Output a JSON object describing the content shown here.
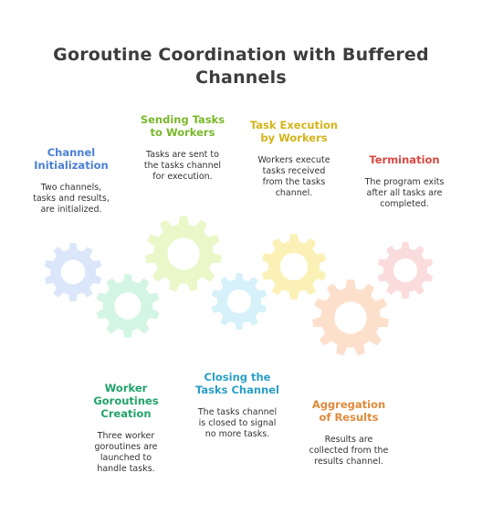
{
  "title_line1": "Goroutine Coordination with Buffered",
  "title_line2": "Channels",
  "steps": [
    {
      "h1": "Channel",
      "h2": "Initialization",
      "h3": "",
      "d1": "Two channels,",
      "d2": "tasks and results,",
      "d3": "are initialized.",
      "d4": "",
      "color": "#4a7fd4"
    },
    {
      "h1": "Worker",
      "h2": "Goroutines",
      "h3": "Creation",
      "d1": "Three worker",
      "d2": "goroutines are",
      "d3": "launched to",
      "d4": "handle tasks.",
      "color": "#22a36a"
    },
    {
      "h1": "Sending Tasks",
      "h2": "to Workers",
      "h3": "",
      "d1": "Tasks are sent to",
      "d2": "the tasks channel",
      "d3": "for execution.",
      "d4": "",
      "color": "#79b82a"
    },
    {
      "h1": "Closing the",
      "h2": "Tasks Channel",
      "h3": "",
      "d1": "The tasks channel",
      "d2": "is closed to signal",
      "d3": "no more tasks.",
      "d4": "",
      "color": "#2a9fc6"
    },
    {
      "h1": "Task Execution",
      "h2": "by Workers",
      "h3": "",
      "d1": "Workers execute",
      "d2": "tasks received",
      "d3": "from the tasks",
      "d4": "channel.",
      "color": "#d4b41a"
    },
    {
      "h1": "Aggregation",
      "h2": "of Results",
      "h3": "",
      "d1": "Results are",
      "d2": "collected from the",
      "d3": "results channel.",
      "d4": "",
      "color": "#e08a3c"
    },
    {
      "h1": "Termination",
      "h2": "",
      "h3": "",
      "d1": "The program exits",
      "d2": "after all tasks are",
      "d3": "completed.",
      "d4": "",
      "color": "#d9473f"
    }
  ],
  "gear_colors": [
    "#dbe6fa",
    "#d3f5e3",
    "#eaf7c9",
    "#d6f1fa",
    "#fbf1b6",
    "#fde0cc",
    "#fbdcdc"
  ]
}
